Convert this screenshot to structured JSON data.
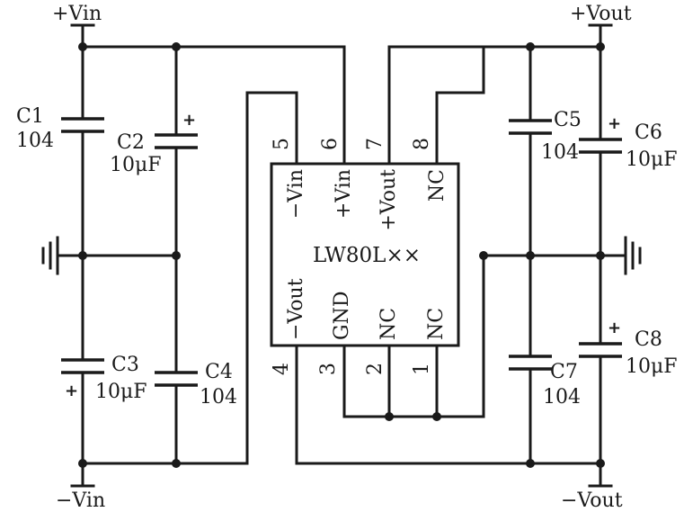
{
  "rails": {
    "vin_pos": "+Vin",
    "vin_neg": "−Vin",
    "vout_pos": "+Vout",
    "vout_neg": "−Vout"
  },
  "ic": {
    "name": "LW80L××",
    "pins_top": [
      {
        "number": "5",
        "label": "−Vin"
      },
      {
        "number": "6",
        "label": "+Vin"
      },
      {
        "number": "7",
        "label": "+Vout"
      },
      {
        "number": "8",
        "label": "NC"
      }
    ],
    "pins_bottom": [
      {
        "number": "4",
        "label": "−Vout"
      },
      {
        "number": "3",
        "label": "GND"
      },
      {
        "number": "2",
        "label": "NC"
      },
      {
        "number": "1",
        "label": "NC"
      }
    ]
  },
  "capacitors": {
    "c1": {
      "ref": "C1",
      "value": "104"
    },
    "c2": {
      "ref": "C2",
      "value": "10μF",
      "polarity": "+"
    },
    "c3": {
      "ref": "C3",
      "value": "10μF",
      "polarity": "+"
    },
    "c4": {
      "ref": "C4",
      "value": "104"
    },
    "c5": {
      "ref": "C5",
      "value": "104"
    },
    "c6": {
      "ref": "C6",
      "value": "10μF",
      "polarity": "+"
    },
    "c7": {
      "ref": "C7",
      "value": "104"
    },
    "c8": {
      "ref": "C8",
      "value": "10μF",
      "polarity": "+"
    }
  }
}
